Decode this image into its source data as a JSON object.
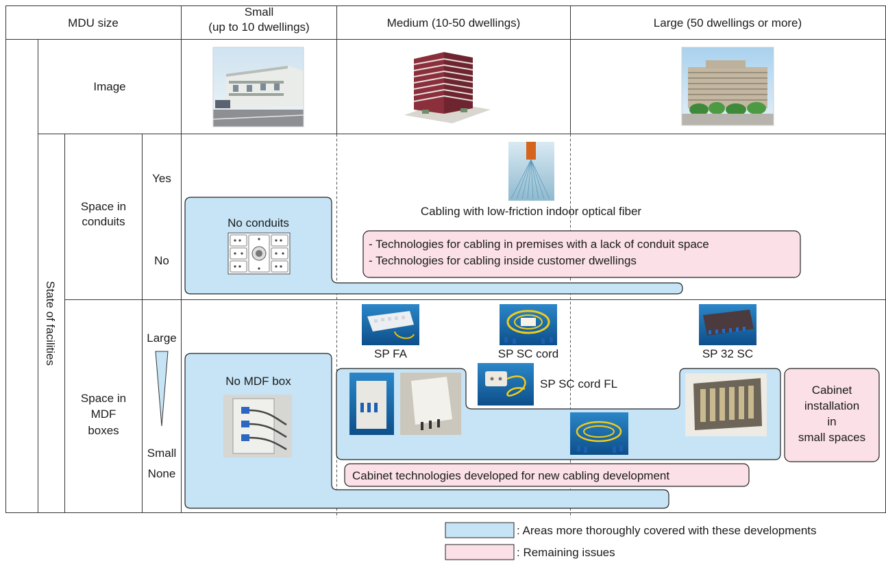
{
  "header": {
    "mdu_size": "MDU size",
    "small_line1": "Small",
    "small_line2": "(up to 10 dwellings)",
    "medium": "Medium (10-50 dwellings)",
    "large": "Large (50 dwellings or more)"
  },
  "rows": {
    "image": "Image",
    "state_of_facilities": "State of facilities",
    "conduits_line1": "Space in",
    "conduits_line2": "conduits",
    "mdf_line1": "Space in",
    "mdf_line2": "MDF",
    "mdf_line3": "boxes",
    "yes": "Yes",
    "no": "No",
    "large": "Large",
    "small": "Small",
    "none": "None"
  },
  "diagram": {
    "no_conduits": "No conduits",
    "cabling_low_friction": "Cabling with low-friction indoor optical fiber",
    "issue_conduit_1": "- Technologies for cabling in premises with a lack of conduit space",
    "issue_conduit_2": "- Technologies for cabling inside customer dwellings",
    "no_mdf_box": "No MDF box",
    "sp_fa": "SP FA",
    "sp_sc_cord": "SP SC cord",
    "sp_sc_cord_fl": "SP SC cord FL",
    "sp_32_sc": "SP 32 SC",
    "cabinet_small_1": "Cabinet",
    "cabinet_small_2": "installation",
    "cabinet_small_3": "in",
    "cabinet_small_4": "small spaces",
    "cabinet_tech": "Cabinet technologies developed for new cabling development"
  },
  "legend": {
    "covered": ": Areas more thoroughly covered with these developments",
    "remaining": ": Remaining issues",
    "covered_color": "#c6e4f5",
    "remaining_color": "#fbe0e8"
  },
  "icons": [
    "apartment-photo-small",
    "apartment-photo-medium",
    "apartment-photo-large",
    "fiber-bundle-photo",
    "conduit-cross-section-icon",
    "mdf-box-photo",
    "splitter-photo",
    "cabinet-photo"
  ]
}
